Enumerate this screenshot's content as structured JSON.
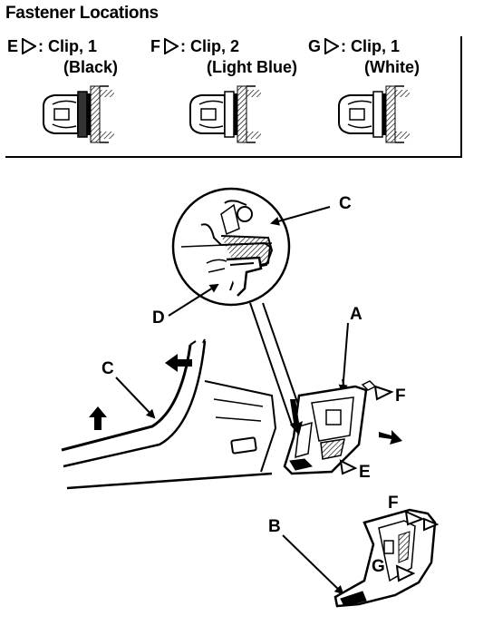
{
  "title": "Fastener Locations",
  "fasteners": [
    {
      "code": "E",
      "desc": ": Clip, 1",
      "color_label": "(Black)"
    },
    {
      "code": "F",
      "desc": ": Clip, 2",
      "color_label": "(Light Blue)"
    },
    {
      "code": "G",
      "desc": ": Clip, 1",
      "color_label": "(White)"
    }
  ],
  "callouts": {
    "c_top": "C",
    "d": "D",
    "a": "A",
    "f_upper": "F",
    "c_left": "C",
    "e": "E",
    "f_lower": "F",
    "b": "B",
    "g": "G"
  }
}
